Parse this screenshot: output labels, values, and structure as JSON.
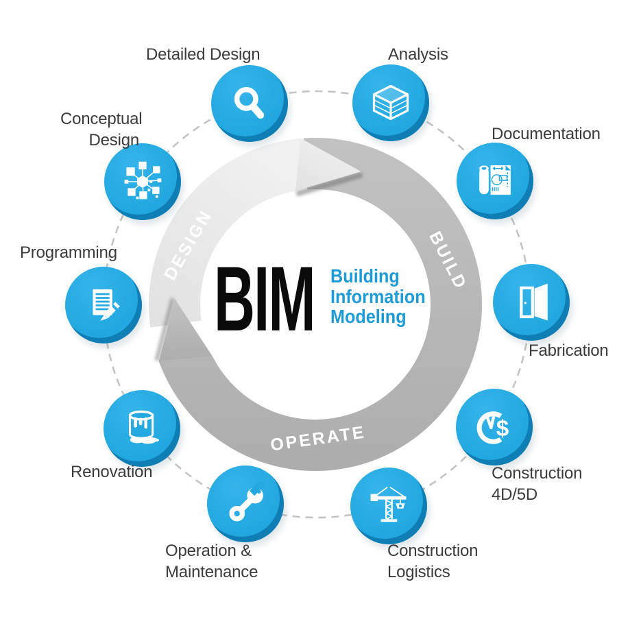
{
  "title": {
    "acronym": "BIM",
    "expansion_lines": [
      "Building",
      "Information",
      "Modeling"
    ]
  },
  "ring": {
    "segments": [
      {
        "label": "DESIGN"
      },
      {
        "label": "BUILD"
      },
      {
        "label": "OPERATE"
      }
    ]
  },
  "nodes": [
    {
      "icon": "magnifier-icon",
      "label_lines": [
        "Detailed Design"
      ]
    },
    {
      "icon": "analysis-cube-icon",
      "label_lines": [
        "Analysis"
      ]
    },
    {
      "icon": "blueprint-icon",
      "label_lines": [
        "Documentation"
      ]
    },
    {
      "icon": "open-door-icon",
      "label_lines": [
        "Fabrication"
      ]
    },
    {
      "icon": "time-cost-icon",
      "label_lines": [
        "Construction",
        "4D/5D"
      ]
    },
    {
      "icon": "tower-crane-icon",
      "label_lines": [
        "Construction",
        "Logistics"
      ]
    },
    {
      "icon": "wrench-icon",
      "label_lines": [
        "Operation &",
        "Maintenance"
      ]
    },
    {
      "icon": "paint-bucket-icon",
      "label_lines": [
        "Renovation"
      ]
    },
    {
      "icon": "document-pencil-icon",
      "label_lines": [
        "Programming"
      ]
    },
    {
      "icon": "network-nodes-icon",
      "label_lines": [
        "Conceptual",
        "Design"
      ]
    }
  ],
  "icon_glyphs": {
    "dollar": "$"
  },
  "colors": {
    "node_blue": "#29abe2",
    "node_blue_dark": "#0f85bf",
    "expansion_blue": "#1d9bd7",
    "arc_light": "#e9e9e9",
    "arc_dark": "#b5b5b5",
    "label_text": "#3b3b3b",
    "ring_label_text": "#ffffff"
  }
}
